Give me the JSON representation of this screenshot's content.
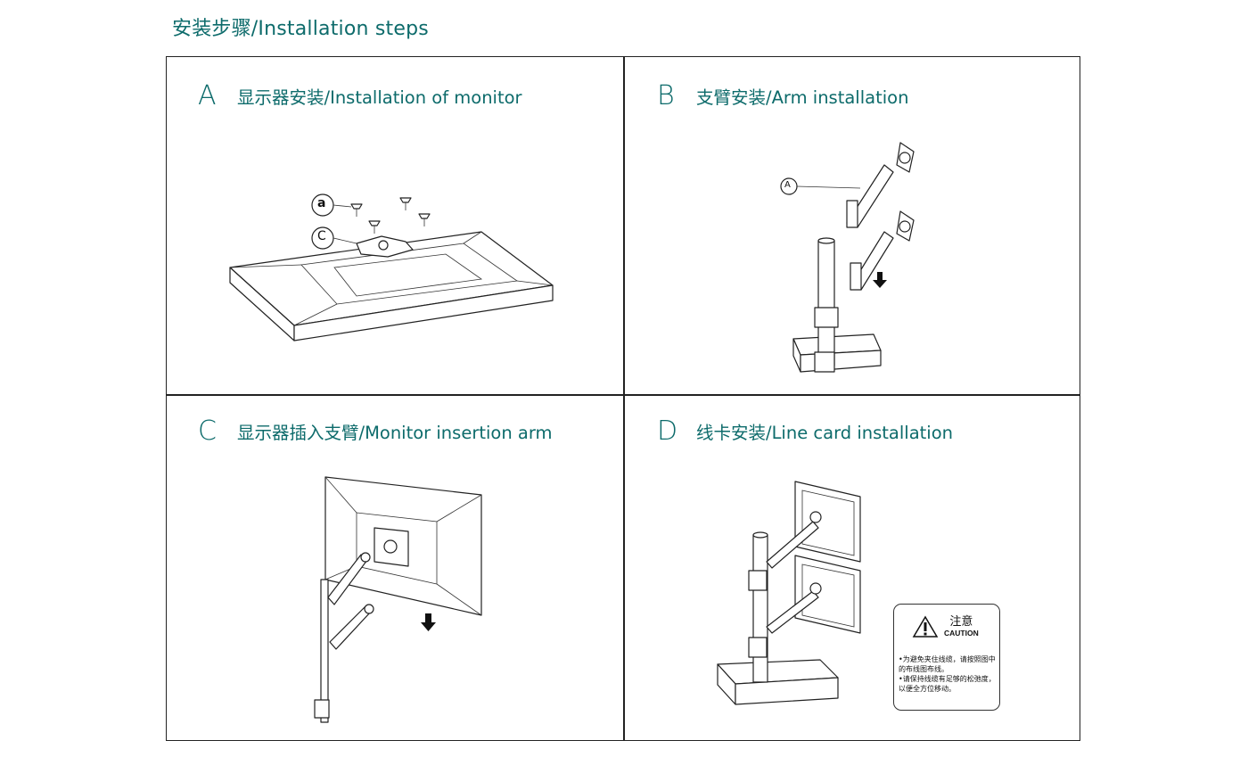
{
  "page": {
    "title": "安装步骤/Installation steps"
  },
  "steps": [
    {
      "letter": "A",
      "title": "显示器安装/Installation of monitor",
      "callouts": [
        "a",
        "C"
      ]
    },
    {
      "letter": "B",
      "title": "支臂安装/Arm installation",
      "callouts": [
        "A"
      ]
    },
    {
      "letter": "C",
      "title": "显示器插入支臂/Monitor insertion arm",
      "callouts": []
    },
    {
      "letter": "D",
      "title": "线卡安装/Line card installation",
      "callouts": []
    }
  ],
  "caution": {
    "icon": "warning-triangle-icon",
    "title_cn": "注意",
    "title_en": "CAUTION",
    "notes": [
      "•为避免夹住线缆，请按照图中的布线图布线。",
      "•请保持线缆有足够的松弛度，以便全方位移动。"
    ]
  },
  "colors": {
    "heading": "#0d6b6b",
    "line": "#222222"
  }
}
